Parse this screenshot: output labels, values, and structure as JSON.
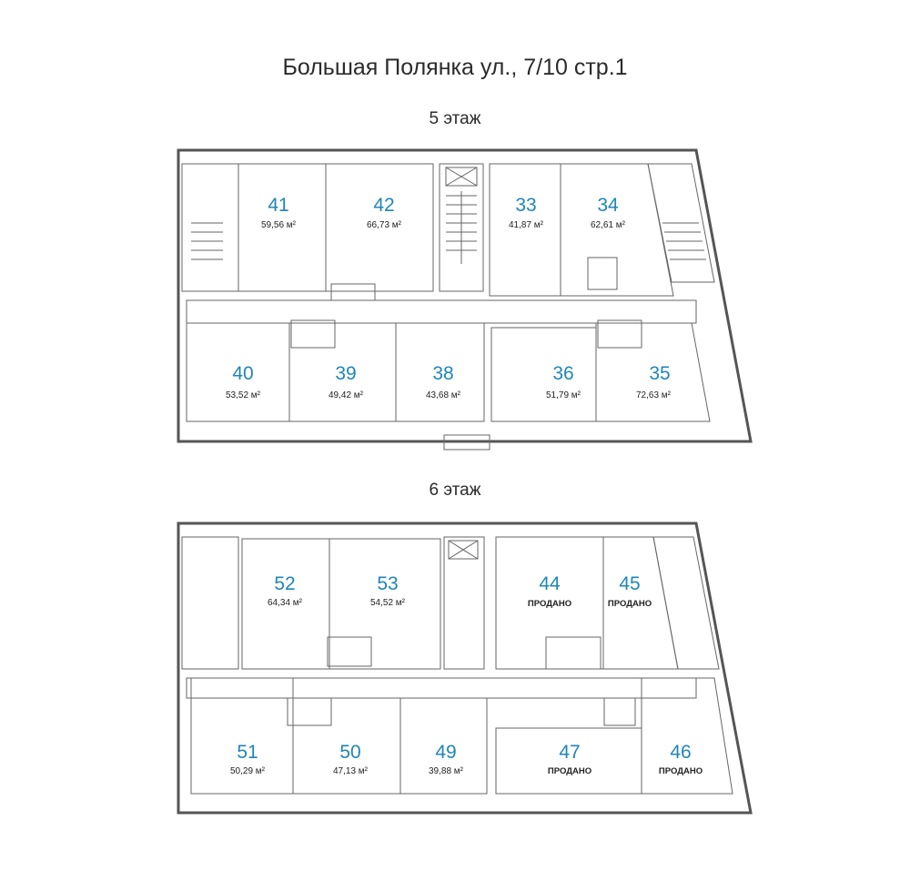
{
  "title": "Большая Полянка ул., 7/10 стр.1",
  "floors": [
    {
      "label": "5 этаж",
      "rooms": [
        {
          "number": "41",
          "area": "59,56 м²",
          "status": "available"
        },
        {
          "number": "42",
          "area": "66,73 м²",
          "status": "available"
        },
        {
          "number": "33",
          "area": "41,87 м²",
          "status": "available"
        },
        {
          "number": "34",
          "area": "62,61 м²",
          "status": "available"
        },
        {
          "number": "40",
          "area": "53,52 м²",
          "status": "available"
        },
        {
          "number": "39",
          "area": "49,42 м²",
          "status": "available"
        },
        {
          "number": "38",
          "area": "43,68 м²",
          "status": "available"
        },
        {
          "number": "36",
          "area": "51,79 м²",
          "status": "available"
        },
        {
          "number": "35",
          "area": "72,63 м²",
          "status": "available"
        }
      ]
    },
    {
      "label": "6 этаж",
      "rooms": [
        {
          "number": "52",
          "area": "64,34 м²",
          "status": "available"
        },
        {
          "number": "53",
          "area": "54,52 м²",
          "status": "available"
        },
        {
          "number": "44",
          "area": "ПРОДАНО",
          "status": "sold"
        },
        {
          "number": "45",
          "area": "ПРОДАНО",
          "status": "sold"
        },
        {
          "number": "51",
          "area": "50,29 м²",
          "status": "available"
        },
        {
          "number": "50",
          "area": "47,13 м²",
          "status": "available"
        },
        {
          "number": "49",
          "area": "39,88 м²",
          "status": "available"
        },
        {
          "number": "47",
          "area": "ПРОДАНО",
          "status": "sold"
        },
        {
          "number": "46",
          "area": "ПРОДАНО",
          "status": "sold"
        }
      ]
    }
  ],
  "colors": {
    "light": "#deedf6",
    "mid": "#b8dcef",
    "dark": "#9fcfe8",
    "sold": "#ffffff",
    "wall": "#555555",
    "number": "#1f86b8"
  }
}
